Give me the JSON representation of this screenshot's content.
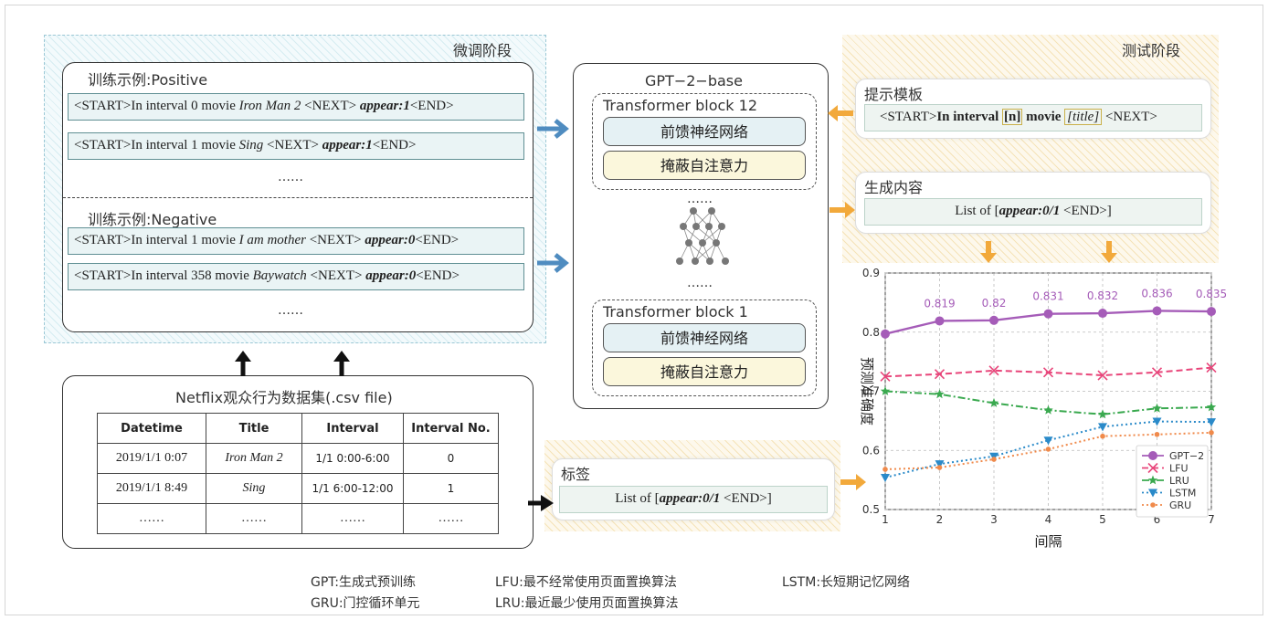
{
  "finetune": {
    "stage_label": "微调阶段",
    "positive_title": "训练示例:Positive",
    "negative_title": "训练示例:Negative",
    "positive_examples": [
      {
        "prefix": "<START>In interval 0 movie ",
        "title": "Iron Man 2",
        "mid": " <NEXT> ",
        "tag": "appear:1",
        "end": "<END>"
      },
      {
        "prefix": "<START>In interval 1 movie ",
        "title": "Sing",
        "mid": " <NEXT> ",
        "tag": "appear:1",
        "end": "<END>"
      }
    ],
    "negative_examples": [
      {
        "prefix": "<START>In interval 1 movie ",
        "title": "I am mother",
        "mid": " <NEXT> ",
        "tag": "appear:0",
        "end": "<END>"
      },
      {
        "prefix": "<START>In interval 358  movie ",
        "title": "Baywatch",
        "mid": " <NEXT> ",
        "tag": "appear:0",
        "end": "<END>"
      }
    ],
    "ellipsis": "……"
  },
  "model": {
    "title": "GPT−2−base",
    "block_top": "Transformer block 12",
    "block_bottom": "Transformer block 1",
    "ff_label": "前馈神经网络",
    "attn_label": "掩蔽自注意力",
    "ellipsis": "……"
  },
  "test": {
    "stage_label": "测试阶段",
    "prompt_title": "提示模板",
    "prompt": {
      "a": "<START>",
      "b": "In interval",
      "n": "[n]",
      "c": "movie",
      "t": "[title]",
      "d": " <NEXT>"
    },
    "gen_title": "生成内容",
    "gen": {
      "a": "List of [",
      "tag": "appear:0/1",
      "b": " <END>]"
    }
  },
  "label": {
    "title": "标签",
    "content": {
      "a": "List of [",
      "tag": "appear:0/1",
      "b": " <END>]"
    }
  },
  "dataset": {
    "title": "Netflix观众行为数据集(.csv file)",
    "headers": [
      "Datetime",
      "Title",
      "Interval",
      "Interval No."
    ],
    "rows": [
      [
        "2019/1/1  0:07",
        "Iron Man 2",
        "1/1 0:00-6:00",
        "0"
      ],
      [
        "2019/1/1  8:49",
        "Sing",
        "1/1 6:00-12:00",
        "1"
      ],
      [
        "……",
        "……",
        "……",
        "……"
      ]
    ]
  },
  "chart_data": {
    "type": "line",
    "xlabel": "间隔",
    "ylabel": "预测准确度",
    "x": [
      1,
      2,
      3,
      4,
      5,
      6,
      7
    ],
    "xlim": [
      1,
      7
    ],
    "ylim": [
      0.5,
      0.9
    ],
    "yticks": [
      0.5,
      0.6,
      0.7,
      0.8,
      0.9
    ],
    "grid": true,
    "legend_position": "bottom-right",
    "series": [
      {
        "name": "GPT−2",
        "values": [
          0.797,
          0.819,
          0.82,
          0.831,
          0.832,
          0.836,
          0.835
        ],
        "color": "#a55cb8",
        "marker": "circle",
        "dash": "solid",
        "labels": [
          "",
          "0.819",
          "0.82",
          "0.831",
          "0.832",
          "0.836",
          "0.835"
        ]
      },
      {
        "name": "LFU",
        "values": [
          0.725,
          0.729,
          0.735,
          0.732,
          0.727,
          0.732,
          0.74
        ],
        "color": "#e8457a",
        "marker": "x",
        "dash": "dashed"
      },
      {
        "name": "LRU",
        "values": [
          0.7,
          0.695,
          0.68,
          0.668,
          0.661,
          0.671,
          0.673
        ],
        "color": "#3aa94f",
        "marker": "star",
        "dash": "dashdot"
      },
      {
        "name": "LSTM",
        "values": [
          0.554,
          0.577,
          0.59,
          0.617,
          0.64,
          0.649,
          0.648
        ],
        "color": "#2a8ac9",
        "marker": "triangle-down",
        "dash": "dotted"
      },
      {
        "name": "GRU",
        "values": [
          0.568,
          0.571,
          0.585,
          0.602,
          0.624,
          0.627,
          0.63
        ],
        "color": "#f08a4b",
        "marker": "dot",
        "dash": "dotted"
      }
    ]
  },
  "glossary": {
    "gpt": "GPT:生成式预训练",
    "lfu": "LFU:最不经常使用页面置换算法",
    "lstm": "LSTM:长短期记忆网络",
    "gru": "GRU:门控循环单元",
    "lru": "LRU:最近最少使用页面置换算法"
  },
  "colors": {
    "arrow_blue": "#4f8cc0",
    "arrow_orange": "#f2a93b",
    "accent_purple": "#a55cb8"
  }
}
